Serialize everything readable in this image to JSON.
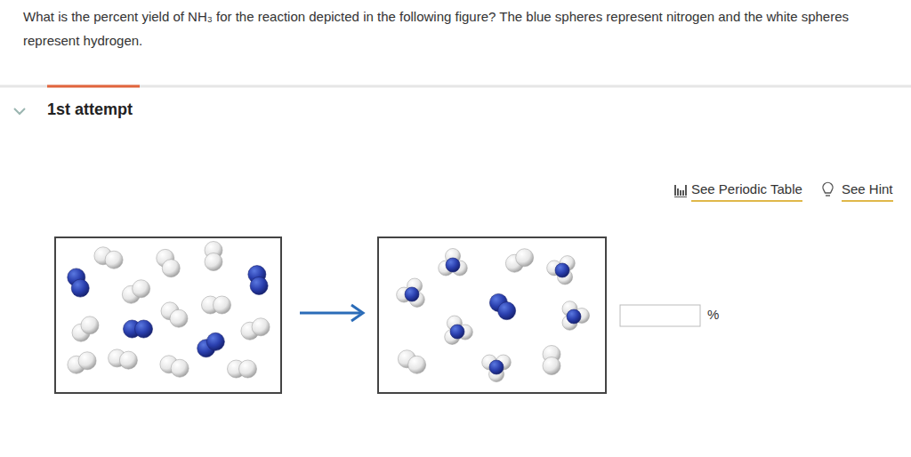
{
  "diagram": {
    "title": "What is the percent yield of NH₃ for the reaction depicted in the following figure? The blue spheres represent nitrogen and the white spheres represent hydrogen.",
    "labels": [
      "1st attempt",
      "See Periodic Table",
      "See Hint",
      "%"
    ]
  }
}
